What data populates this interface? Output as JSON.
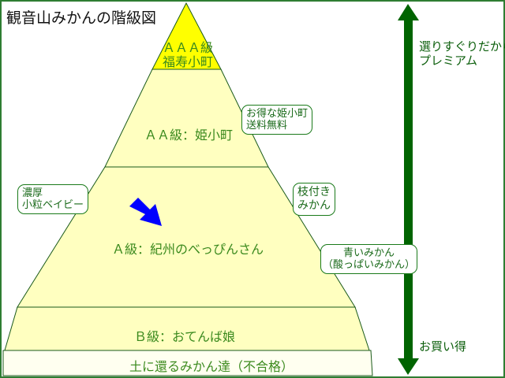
{
  "title": "観音山みかんの階級図",
  "levels": [
    {
      "label_line1": "ＡＡＡ級",
      "label_line2": "福寿小町",
      "color": "#ffff00"
    },
    {
      "label": "ＡＡ級：姫小町",
      "color": "#ffffc0"
    },
    {
      "label": "Ａ級：紀州のべっぴんさん",
      "color": "#ffffc0"
    },
    {
      "label": "Ｂ級：おてんば娘",
      "color": "#ffffc0"
    },
    {
      "label": "土に還るみかん達（不合格）",
      "color": "#fffff0"
    }
  ],
  "callouts": {
    "noukou": [
      "濃厚",
      "小粒ベイビー"
    ],
    "otoku": [
      "お得な姫小町",
      "送料無料"
    ],
    "edatsuki": [
      "枝付き",
      "みかん"
    ],
    "aoi": [
      "青いみかん",
      "（酸っぱいみかん）"
    ]
  },
  "scale": {
    "top_line1": "選りすぐりだから",
    "top_line2": "プレミアム",
    "bottom": "お買い得",
    "color": "#006400"
  },
  "pointer_color": "#0000ff"
}
